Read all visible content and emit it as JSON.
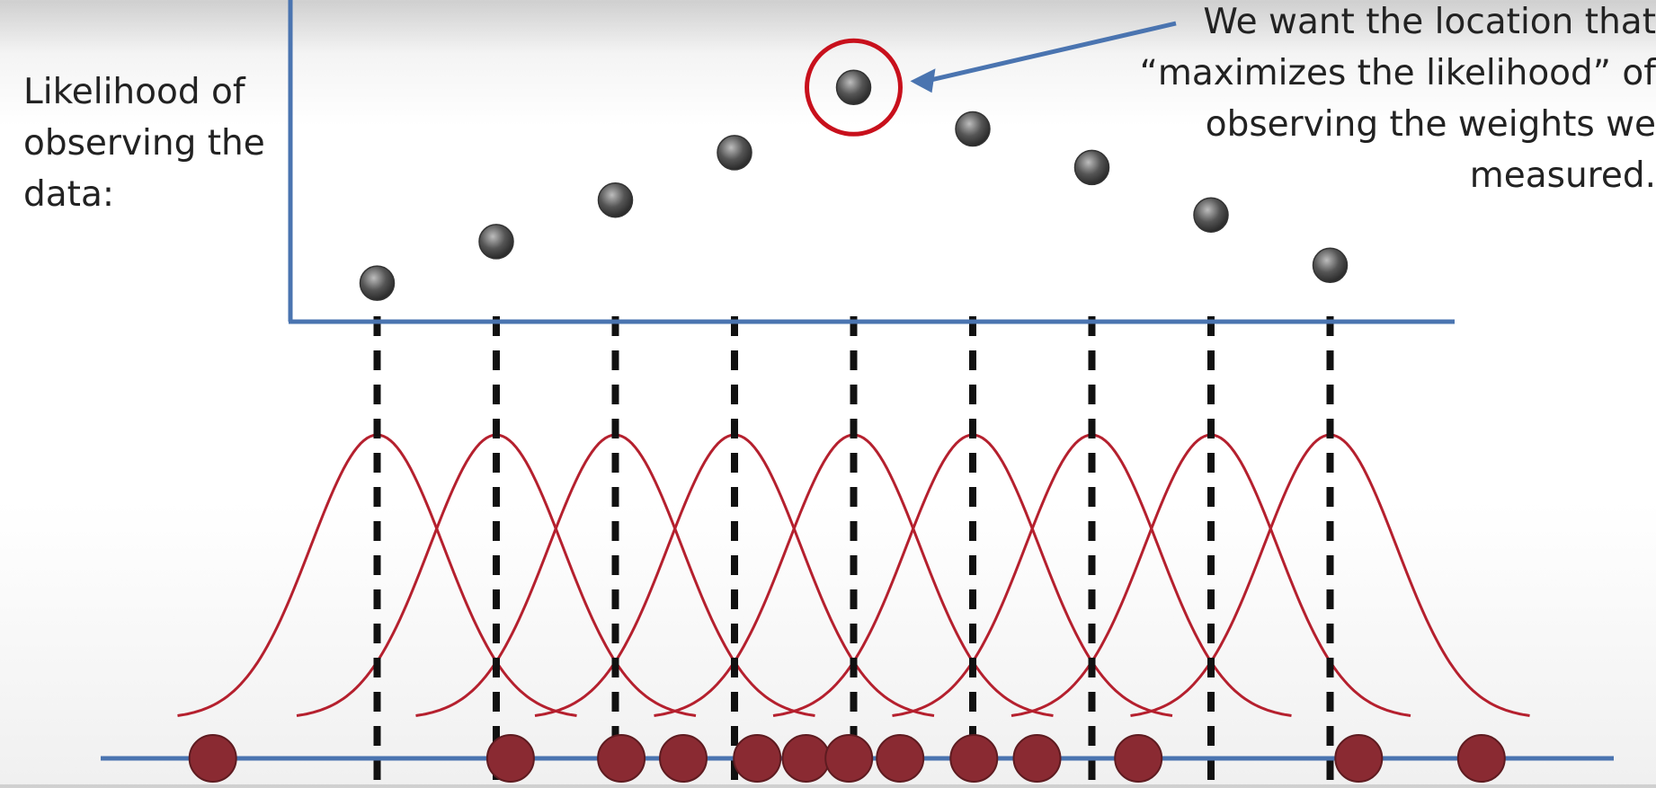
{
  "y_axis_label": "Likelihood of\nobserving the\ndata:",
  "callout_text": "We want the location that\n“maximizes the likelihood” of\nobserving the weights we\nmeasured.",
  "colors": {
    "axis": "#4a74b0",
    "curve": "#b5202e",
    "dot_fill": "#8a2a32",
    "likelihood_point": "#555555",
    "highlight_circle": "#c8101c",
    "arrow": "#4a74b0",
    "dashed_line": "#111111"
  },
  "chart_data": {
    "type": "scatter",
    "likelihood_points": [
      {
        "location": 1,
        "likelihood": 0.13
      },
      {
        "location": 2,
        "likelihood": 0.27
      },
      {
        "location": 3,
        "likelihood": 0.41
      },
      {
        "location": 4,
        "likelihood": 0.57
      },
      {
        "location": 5,
        "likelihood": 0.79
      },
      {
        "location": 6,
        "likelihood": 0.65
      },
      {
        "location": 7,
        "likelihood": 0.52
      },
      {
        "location": 8,
        "likelihood": 0.36
      },
      {
        "location": 9,
        "likelihood": 0.19
      }
    ],
    "maximum_location": 5,
    "normal_curve_centers": [
      1,
      2,
      3,
      4,
      5,
      6,
      7,
      8,
      9
    ],
    "measured_weights": [
      -0.38,
      2.12,
      3.05,
      3.57,
      4.19,
      4.6,
      4.96,
      5.39,
      6.01,
      6.54,
      7.39,
      9.24,
      10.27
    ]
  }
}
